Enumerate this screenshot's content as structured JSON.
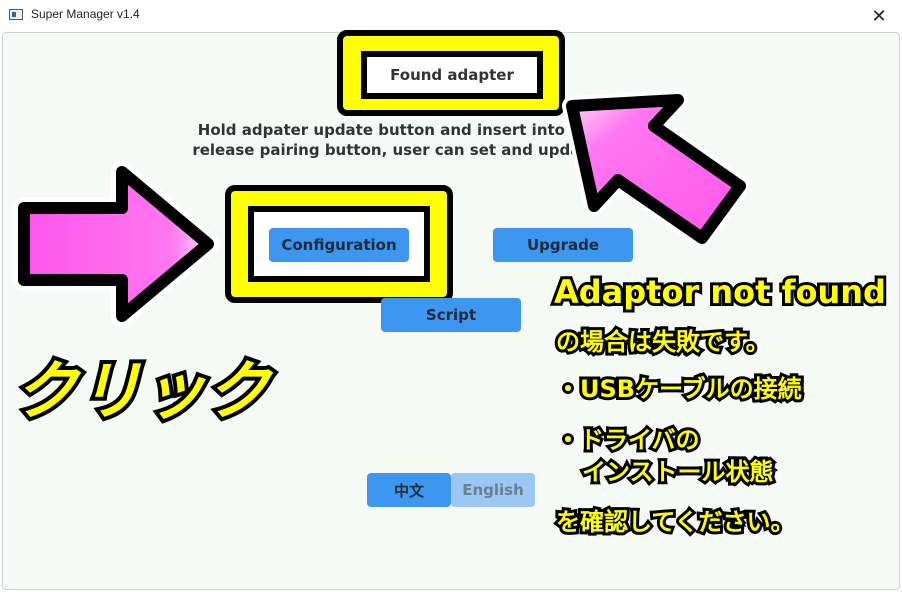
{
  "window": {
    "title": "Super Manager v1.4",
    "close_symbol": "✕"
  },
  "status": {
    "text": "Found adapter"
  },
  "hint": {
    "line1": "Hold adpater update button and insert into PC",
    "line2": "release pairing button, user can set and update"
  },
  "buttons": {
    "configuration": "Configuration",
    "upgrade": "Upgrade",
    "script": "Script",
    "lang_chinese": "中文",
    "lang_english": "English"
  },
  "annotations": {
    "click_label": "クリック",
    "title": "Adaptor not found",
    "line1": "の場合は失敗です。",
    "line2": "・USBケーブルの接続",
    "line3": "・ドライバの",
    "line4": "インストール状態",
    "line5": "を確認してください。"
  },
  "colors": {
    "button": "#3d96f0",
    "button_disabled": "#9cc7f4",
    "highlight": "#ffff00",
    "arrow": "#ff66ee",
    "background": "#f5faf7"
  }
}
